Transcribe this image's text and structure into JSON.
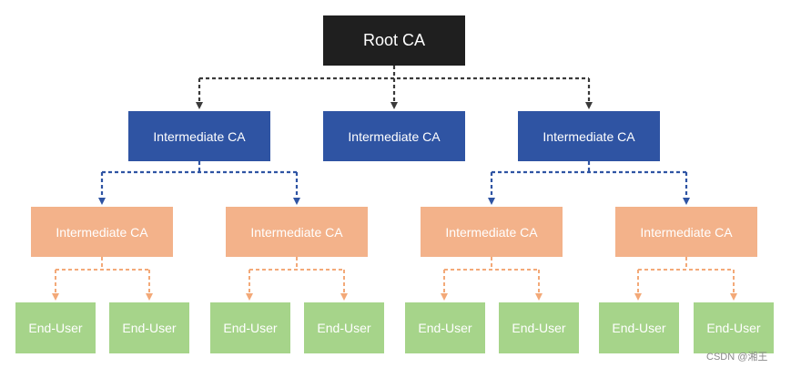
{
  "diagram": {
    "root": {
      "label": "Root CA"
    },
    "intermediates": [
      {
        "label": "Intermediate CA"
      },
      {
        "label": "Intermediate CA"
      },
      {
        "label": "Intermediate CA"
      }
    ],
    "sub_intermediates": [
      {
        "label": "Intermediate CA"
      },
      {
        "label": "Intermediate CA"
      },
      {
        "label": "Intermediate CA"
      },
      {
        "label": "Intermediate CA"
      }
    ],
    "end_users": [
      {
        "label": "End-User"
      },
      {
        "label": "End-User"
      },
      {
        "label": "End-User"
      },
      {
        "label": "End-User"
      },
      {
        "label": "End-User"
      },
      {
        "label": "End-User"
      },
      {
        "label": "End-User"
      },
      {
        "label": "End-User"
      }
    ],
    "colors": {
      "root": "#1f1f1f",
      "intermediate": "#2f54a3",
      "sub_intermediate": "#f3b28a",
      "end_user": "#a6d48a",
      "connector_root": "#3a3a3a",
      "connector_intermediate": "#2f54a3",
      "connector_sub": "#f3a978"
    }
  },
  "watermark": "CSDN @湘王"
}
